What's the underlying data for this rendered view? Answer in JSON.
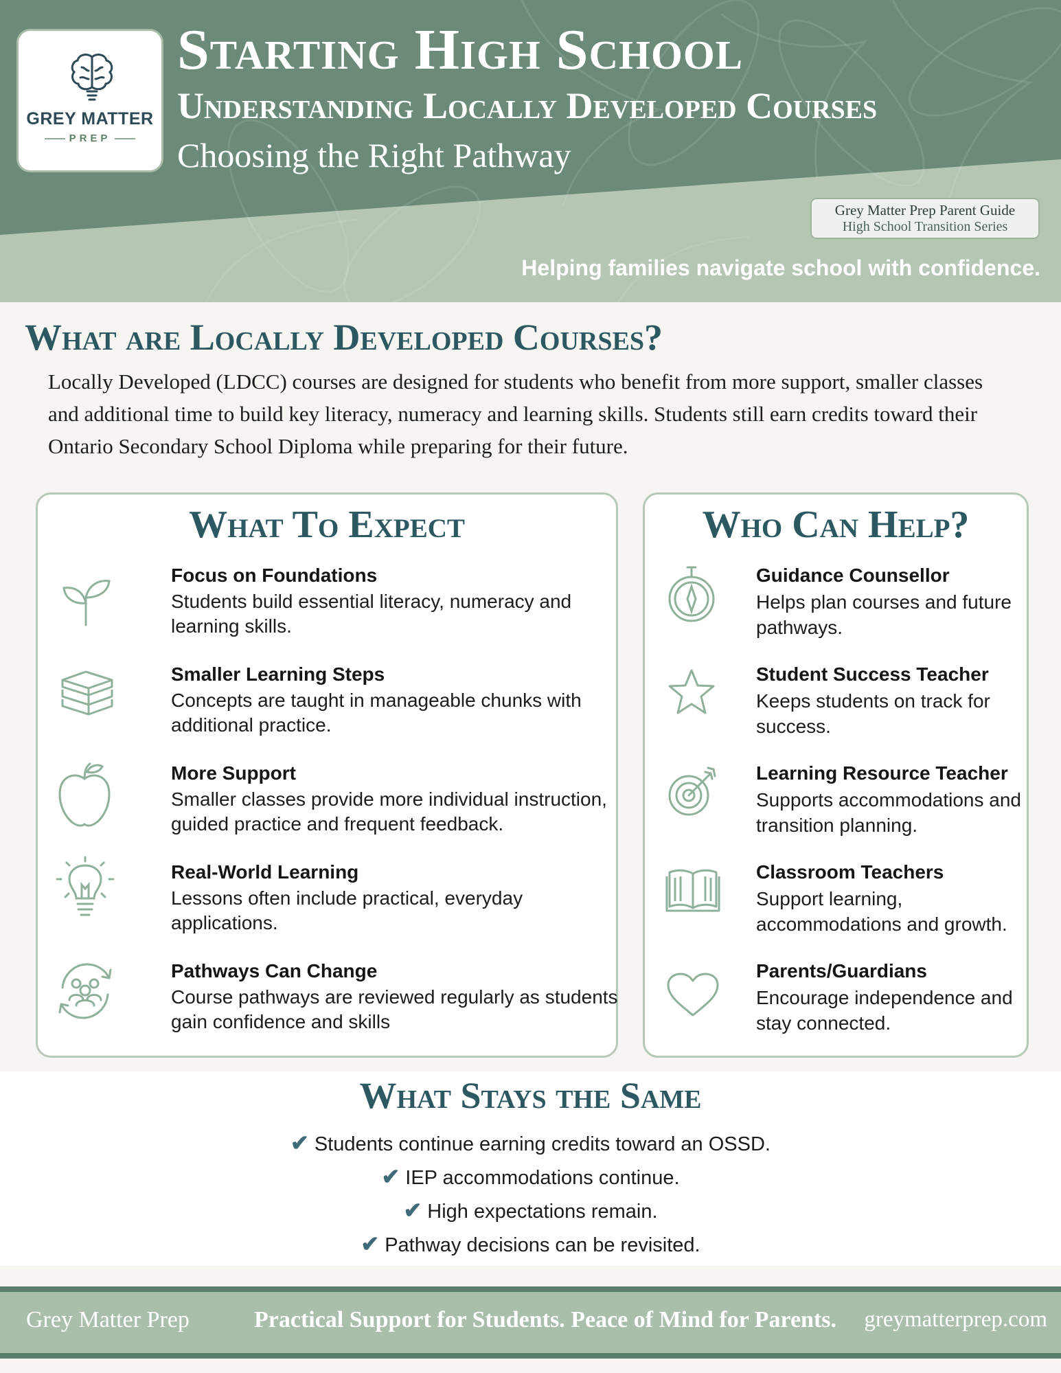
{
  "header": {
    "logo": {
      "name": "GREY MATTER",
      "sub": "PREP"
    },
    "title": "Starting High School",
    "subtitle": "Understanding Locally Developed Courses",
    "tagline": "Choosing the Right Pathway",
    "badge": {
      "line1": "Grey Matter Prep Parent Guide",
      "line2": "High School Transition Series"
    },
    "help_text": "Helping families navigate school with confidence."
  },
  "intro": {
    "title": "What are Locally Developed Courses?",
    "text": "Locally Developed (LDCC) courses are designed for students who benefit from more support, smaller classes and additional time to build key literacy, numeracy and learning skills. Students still earn credits toward their Ontario Secondary School Diploma while preparing for their future."
  },
  "expect": {
    "title": "What To Expect",
    "items": [
      {
        "icon": "sprout-icon",
        "title": "Focus on Foundations",
        "desc": "Students build essential literacy, numeracy and learning skills."
      },
      {
        "icon": "books-icon",
        "title": "Smaller Learning Steps",
        "desc": "Concepts are taught in manageable chunks with additional practice."
      },
      {
        "icon": "apple-icon",
        "title": "More Support",
        "desc": "Smaller classes provide more individual instruction, guided practice and frequent feedback."
      },
      {
        "icon": "lightbulb-icon",
        "title": "Real-World Learning",
        "desc": "Lessons often include practical, everyday applications."
      },
      {
        "icon": "people-cycle-icon",
        "title": "Pathways Can Change",
        "desc": "Course pathways are reviewed regularly as students gain confidence and skills"
      }
    ]
  },
  "help": {
    "title": "Who Can Help?",
    "items": [
      {
        "icon": "compass-icon",
        "title": "Guidance Counsellor",
        "desc": "Helps plan courses and future pathways."
      },
      {
        "icon": "star-icon",
        "title": "Student Success Teacher",
        "desc": "Keeps students on track for success."
      },
      {
        "icon": "target-icon",
        "title": "Learning Resource Teacher",
        "desc": "Supports accommodations and transition planning."
      },
      {
        "icon": "open-book-icon",
        "title": "Classroom Teachers",
        "desc": "Support learning, accommodations and growth."
      },
      {
        "icon": "heart-icon",
        "title": "Parents/Guardians",
        "desc": "Encourage independence and stay connected."
      }
    ]
  },
  "same": {
    "title": "What Stays the Same",
    "check": "✔",
    "items": [
      "Students continue earning credits toward an OSSD.",
      "IEP accommodations continue.",
      "High expectations remain.",
      "Pathway decisions can be revisited."
    ]
  },
  "footer": {
    "left": "Grey Matter Prep",
    "middle": "Practical Support for Students. Peace of Mind for Parents.",
    "right": "greymatterprep.com"
  },
  "colors": {
    "header_dark": "#6b8b78",
    "header_light": "#b5c6b4",
    "heading": "#2c5861",
    "icon": "#8fb09a",
    "panel_border": "#b6c8b6"
  }
}
